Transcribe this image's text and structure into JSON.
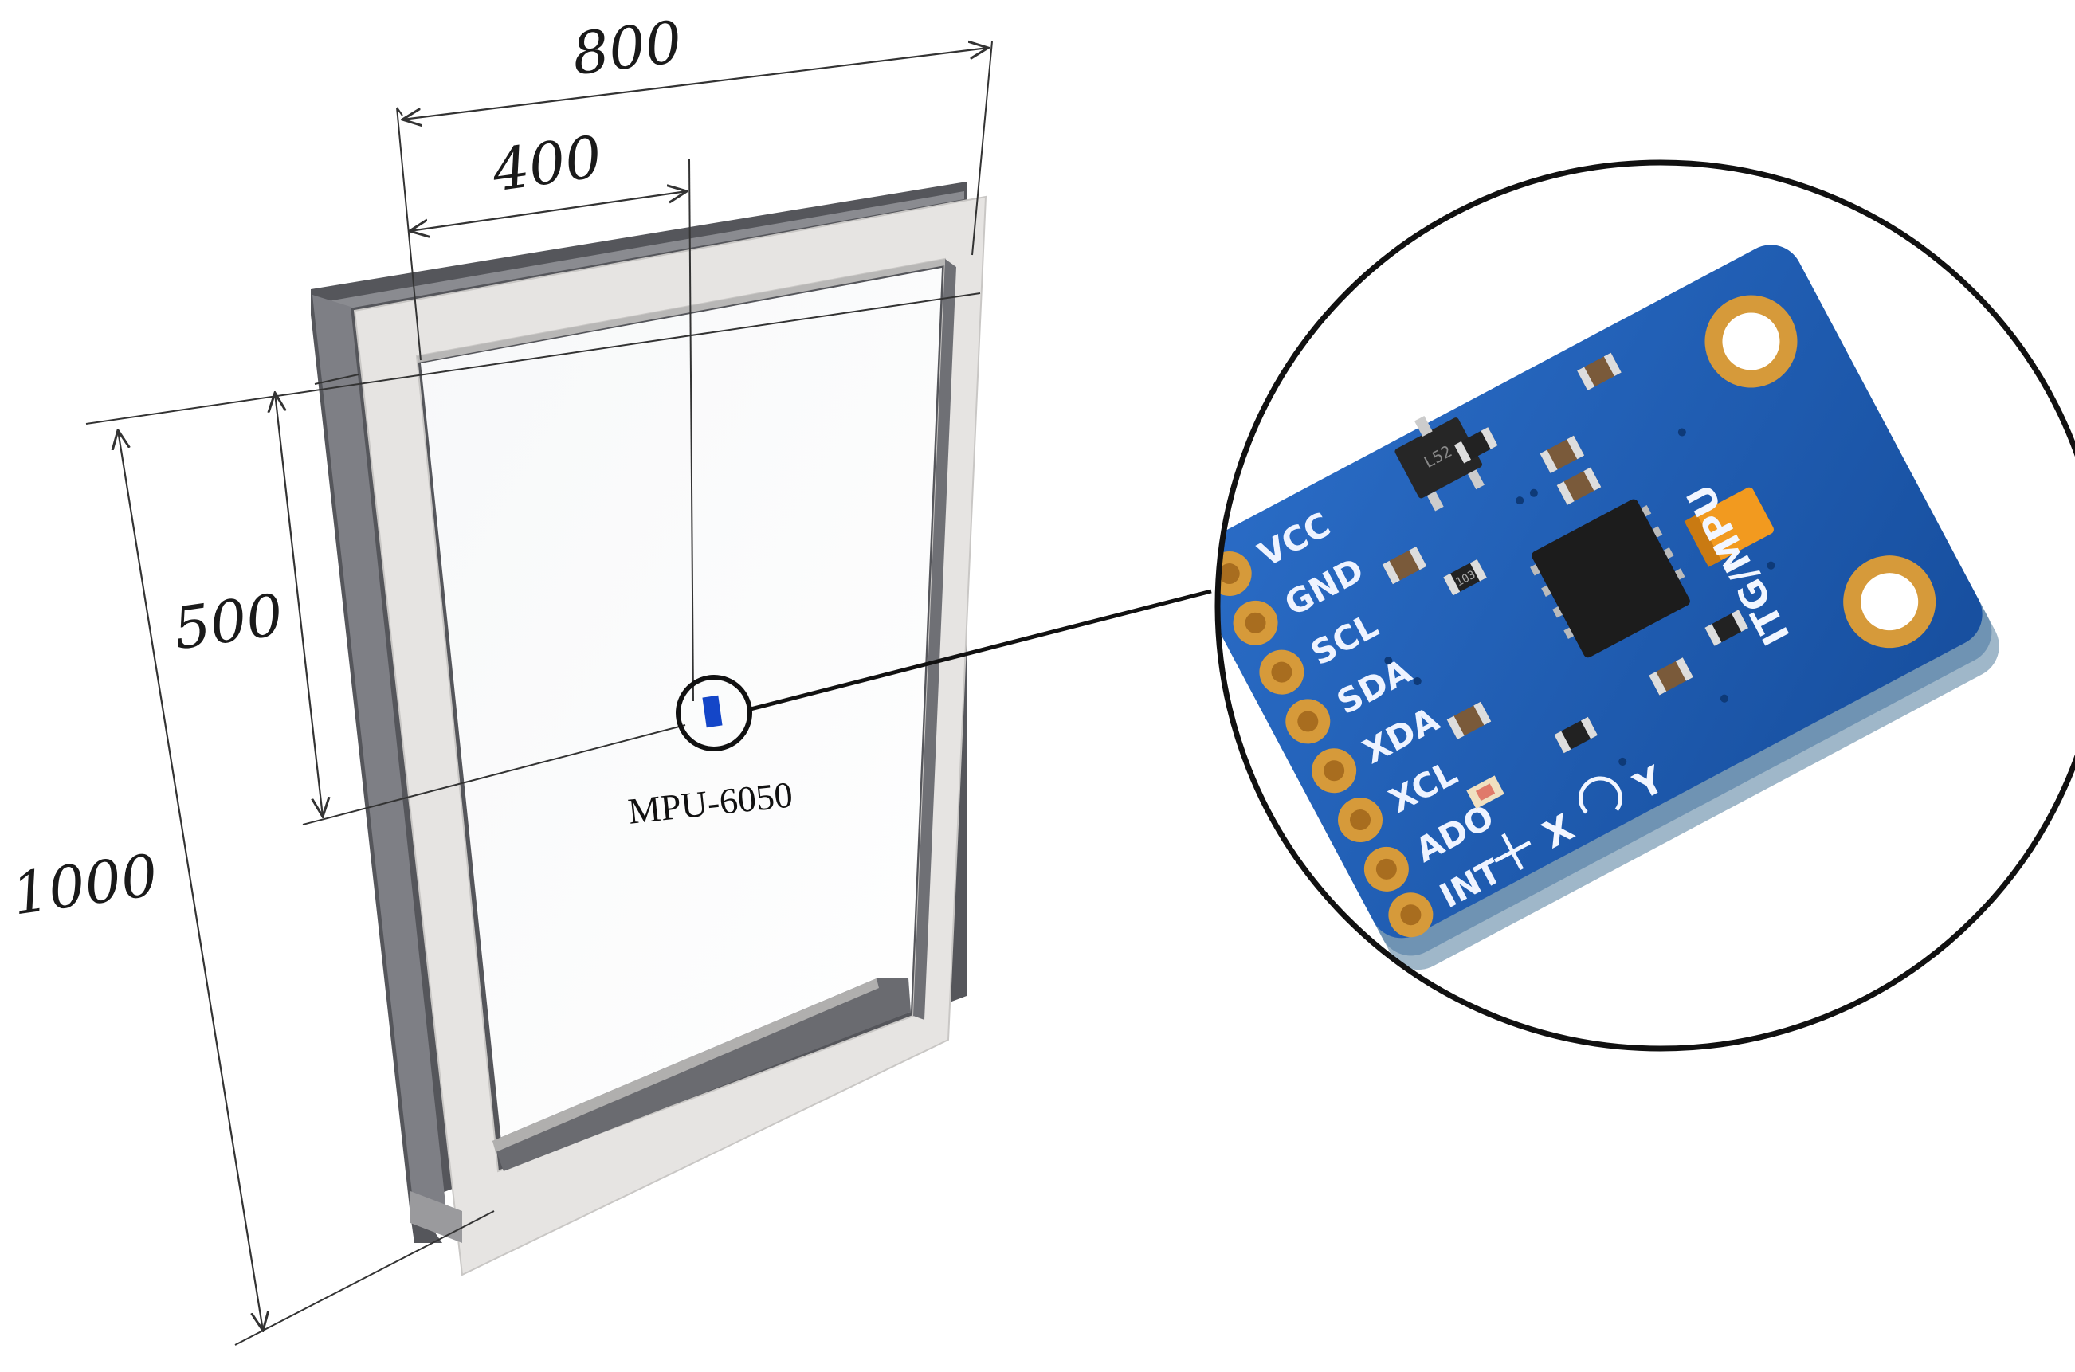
{
  "dimensions": {
    "width_total": "800",
    "width_sensor": "400",
    "height_sensor": "500",
    "height_total": "1000"
  },
  "sensor_label": "MPU-6050",
  "module": {
    "pins": [
      "VCC",
      "GND",
      "SCL",
      "SDA",
      "XDA",
      "XCL",
      "ADO",
      "INT"
    ],
    "board_label": "ITG/MPU",
    "axes": [
      "Y",
      "X"
    ],
    "regulator_marking": "L52",
    "resistor_marking": "103"
  },
  "colors": {
    "board": "#1f5fb8",
    "board_edge": "#9fb7c9",
    "pad": "#d69a3a",
    "chip": "#1c1c1c",
    "capacitor": "#f29a1f",
    "sensor_marker": "#1446c8",
    "frame_light": "#e6e4e2",
    "frame_dark": "#5f6064"
  }
}
